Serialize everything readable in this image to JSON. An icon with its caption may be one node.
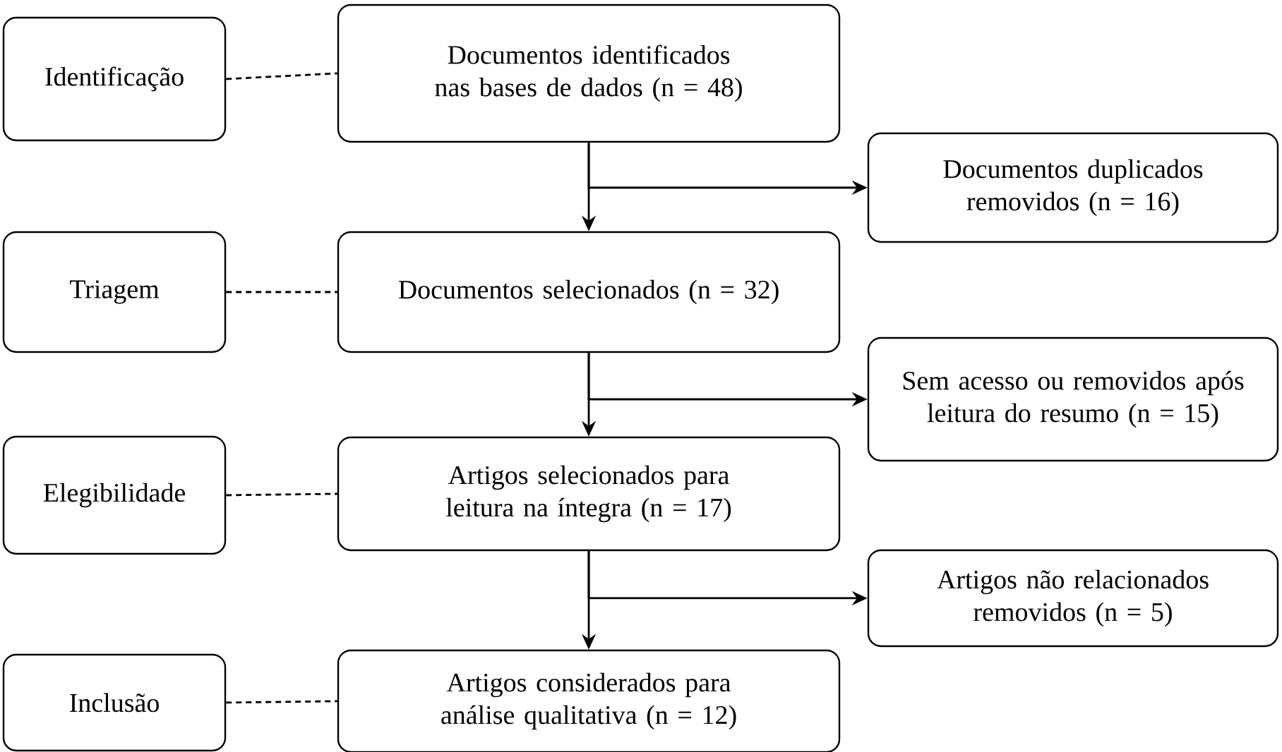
{
  "diagram": {
    "nodes": [
      {
        "text": [
          "Identificação"
        ]
      },
      {
        "text": [
          "Documentos identificados nas bases de dados (n = 48)"
        ]
      },
      {
        "text": [
          "Documentos duplicados removidos (n = 16)"
        ]
      },
      {
        "text": [
          "Triagem"
        ]
      },
      {
        "text": [
          "Documentos selecionados (n = 32)"
        ]
      },
      {
        "text": [
          "Sem acesso ou removidos após leitura do resumo (n = 15)"
        ]
      },
      {
        "text": [
          "Elegibilidade"
        ]
      },
      {
        "text": [
          "Artigos selecionados para leitura na íntegra (n = 17)"
        ]
      },
      {
        "text": [
          "Artigos não relacionados removidos (n = 5)"
        ]
      },
      {
        "text": [
          "Inclusão"
        ]
      },
      {
        "text": [
          "Artigos considerados para análise qualitativa (n = 12)"
        ]
      }
    ],
    "edges": [
      {
        "from": 0,
        "to": 1,
        "arrow": "none",
        "style": "dashed"
      },
      {
        "from": 1,
        "to": 4,
        "arrow": "to"
      },
      {
        "from": 1,
        "to": 2,
        "arrow": "to"
      },
      {
        "from": 3,
        "to": 4,
        "arrow": "none",
        "style": "dashed"
      },
      {
        "from": 4,
        "to": 7,
        "arrow": "to"
      },
      {
        "from": 4,
        "to": 5,
        "arrow": "to"
      },
      {
        "from": 6,
        "to": 7,
        "arrow": "none",
        "style": "dashed"
      },
      {
        "from": 7,
        "to": 10,
        "arrow": "to"
      },
      {
        "from": 7,
        "to": 8,
        "arrow": "to"
      },
      {
        "from": 9,
        "to": 10,
        "arrow": "none",
        "style": "dashed"
      }
    ]
  }
}
